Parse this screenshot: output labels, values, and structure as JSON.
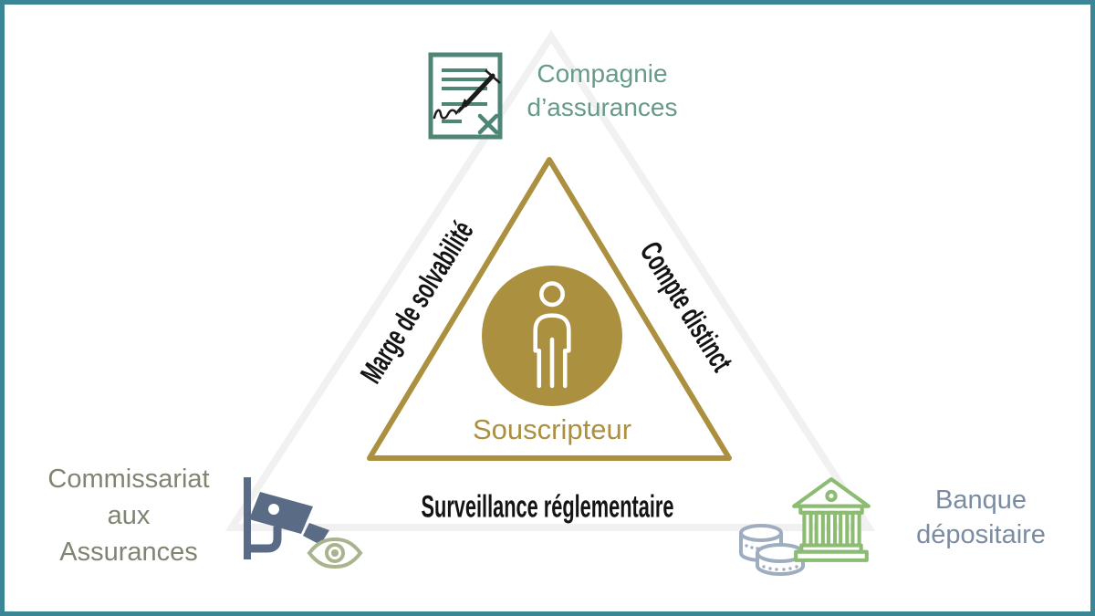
{
  "canvas": {
    "border_color": "#3a8596",
    "background": "#ffffff"
  },
  "diagram": {
    "triangle": {
      "stroke_color": "#ab9040",
      "shadow_triangle_color": "#f1f1f1"
    },
    "center": {
      "label": "Souscripteur",
      "icon": "person-icon",
      "circle_color": "#ab9040",
      "text_color": "#ab9040"
    },
    "edges": {
      "left": "Marge de solvabilité",
      "right": "Compte distinct",
      "bottom": "Surveillance réglementaire",
      "text_color": "#141414"
    },
    "corners": {
      "top": {
        "label": "Compagnie d’assurances",
        "lines": [
          "Compagnie",
          "d’assurances"
        ],
        "icon": "contract-icon",
        "text_color": "#679a8a",
        "icon_color": "#4e8577"
      },
      "bottom_left": {
        "label": "Commissariat aux Assurances",
        "lines": [
          "Commissariat",
          "aux",
          "Assurances"
        ],
        "icons": [
          "cctv-camera-icon",
          "eye-icon"
        ],
        "text_color": "#7e8672",
        "camera_color": "#5a6b85",
        "eye_color": "#a8b48e"
      },
      "bottom_right": {
        "label": "Banque dépositaire",
        "lines": [
          "Banque",
          "dépositaire"
        ],
        "icons": [
          "bank-icon",
          "coins-icon"
        ],
        "text_color": "#7b8ba1",
        "bank_color": "#8cbb72",
        "coins_color": "#9fadc0"
      }
    }
  }
}
